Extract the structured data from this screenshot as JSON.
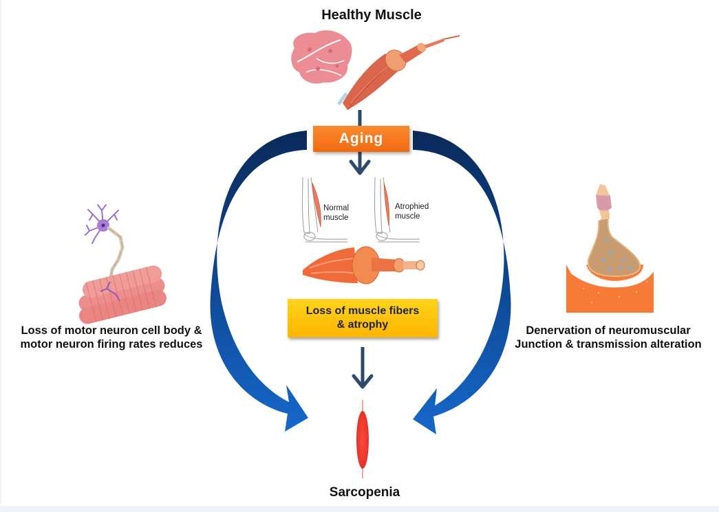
{
  "diagram": {
    "title": "Healthy Muscle",
    "center_steps": {
      "aging": "Aging",
      "normal_muscle_label_line1": "Normal",
      "normal_muscle_label_line2": "muscle",
      "atrophied_muscle_label_line1": "Atrophied",
      "atrophied_muscle_label_line2": "muscle",
      "loss_box_line1": "Loss of muscle fibers",
      "loss_box_line2": "& atrophy"
    },
    "outcome": "Sarcopenia",
    "left_pathway": {
      "caption_line1": "Loss of motor neuron cell body &",
      "caption_line2": "motor neuron firing rates reduces",
      "illustration": "motor-neuron-on-muscle-fibers"
    },
    "right_pathway": {
      "caption_line1": "Denervation of neuromuscular",
      "caption_line2": "Junction & transmission alteration",
      "illustration": "neuromuscular-junction"
    },
    "colors": {
      "aging_box": "#f47514",
      "loss_box": "#fdc20c",
      "arrow_dark": "#0b2c5e",
      "arrow_light": "#1565c8",
      "connector_arrow": "#2e4a6b",
      "muscle_red": "#e8583e"
    }
  }
}
